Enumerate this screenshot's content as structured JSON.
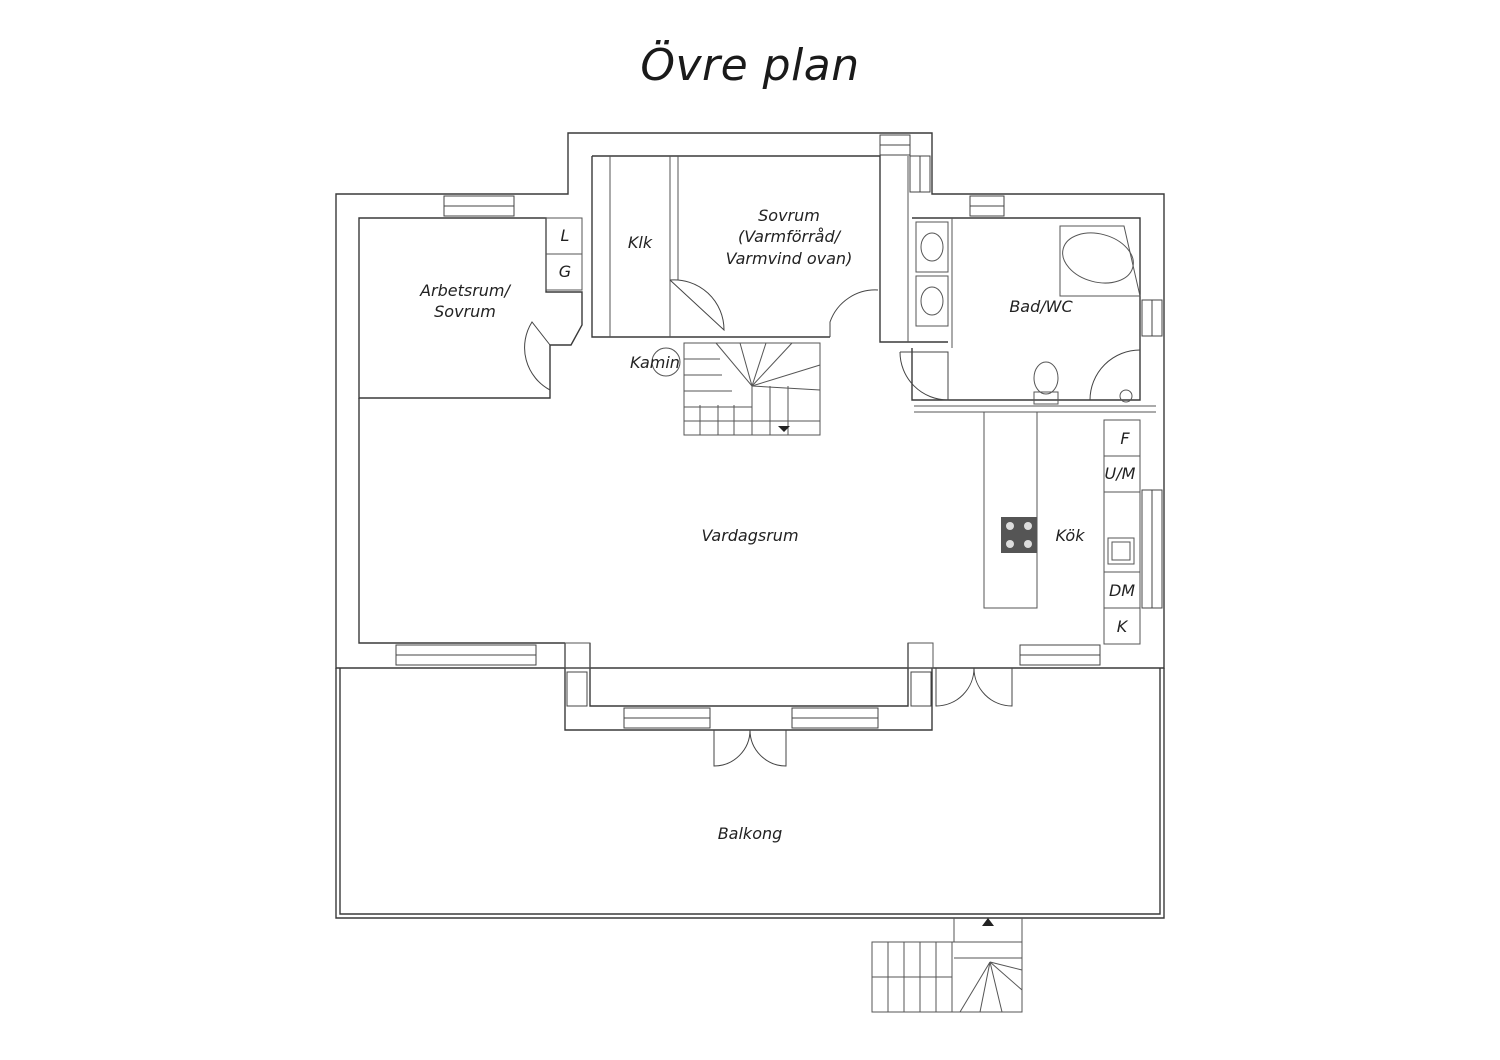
{
  "title": "Övre plan",
  "rooms": {
    "arbetsrum_line1": "Arbetsrum/",
    "arbetsrum_line2": "Sovrum",
    "klk": "Klk",
    "sovrum_line1": "Sovrum",
    "sovrum_line2": "(Varmförråd/",
    "sovrum_line3": "Varmvind ovan)",
    "bad": "Bad/WC",
    "kamin": "Kamin",
    "vardagsrum": "Vardagsrum",
    "kok": "Kök",
    "balkong": "Balkong"
  },
  "fixtures": {
    "l": "L",
    "g": "G",
    "f": "F",
    "um": "U/M",
    "dm": "DM",
    "k": "K"
  }
}
